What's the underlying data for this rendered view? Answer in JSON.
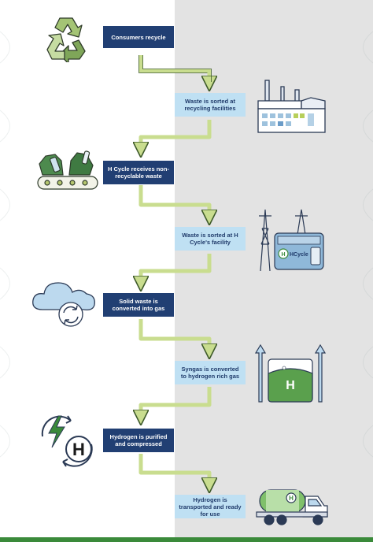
{
  "steps": [
    {
      "label": "Consumers recycle",
      "icon": "recycle-icon"
    },
    {
      "label": "Waste is sorted at recycling facilities",
      "icon": "recycling-facility-icon"
    },
    {
      "label": "H Cycle receives non-recyclable waste",
      "icon": "waste-conveyor-icon"
    },
    {
      "label": "Waste is sorted at H Cycle's facility",
      "icon": "hcycle-facility-icon"
    },
    {
      "label": "Solid waste is converted into gas",
      "icon": "cloud-conversion-icon"
    },
    {
      "label": "Syngas is converted to hydrogen rich gas",
      "icon": "hydrogen-gas-icon"
    },
    {
      "label": "Hydrogen is purified and compressed",
      "icon": "hydrogen-purify-icon"
    },
    {
      "label": "Hydrogen is transported and ready for use",
      "icon": "hydrogen-truck-icon"
    }
  ],
  "logos": {
    "hcycle_plant": "HCycle",
    "hydrogen_symbol": "H"
  },
  "colors": {
    "dark_box": "#213f73",
    "light_box": "#bfe0f3",
    "arrow_green": "#c9dd8f",
    "accent_green": "#3a8a3a",
    "right_panel": "#e3e3e3"
  }
}
